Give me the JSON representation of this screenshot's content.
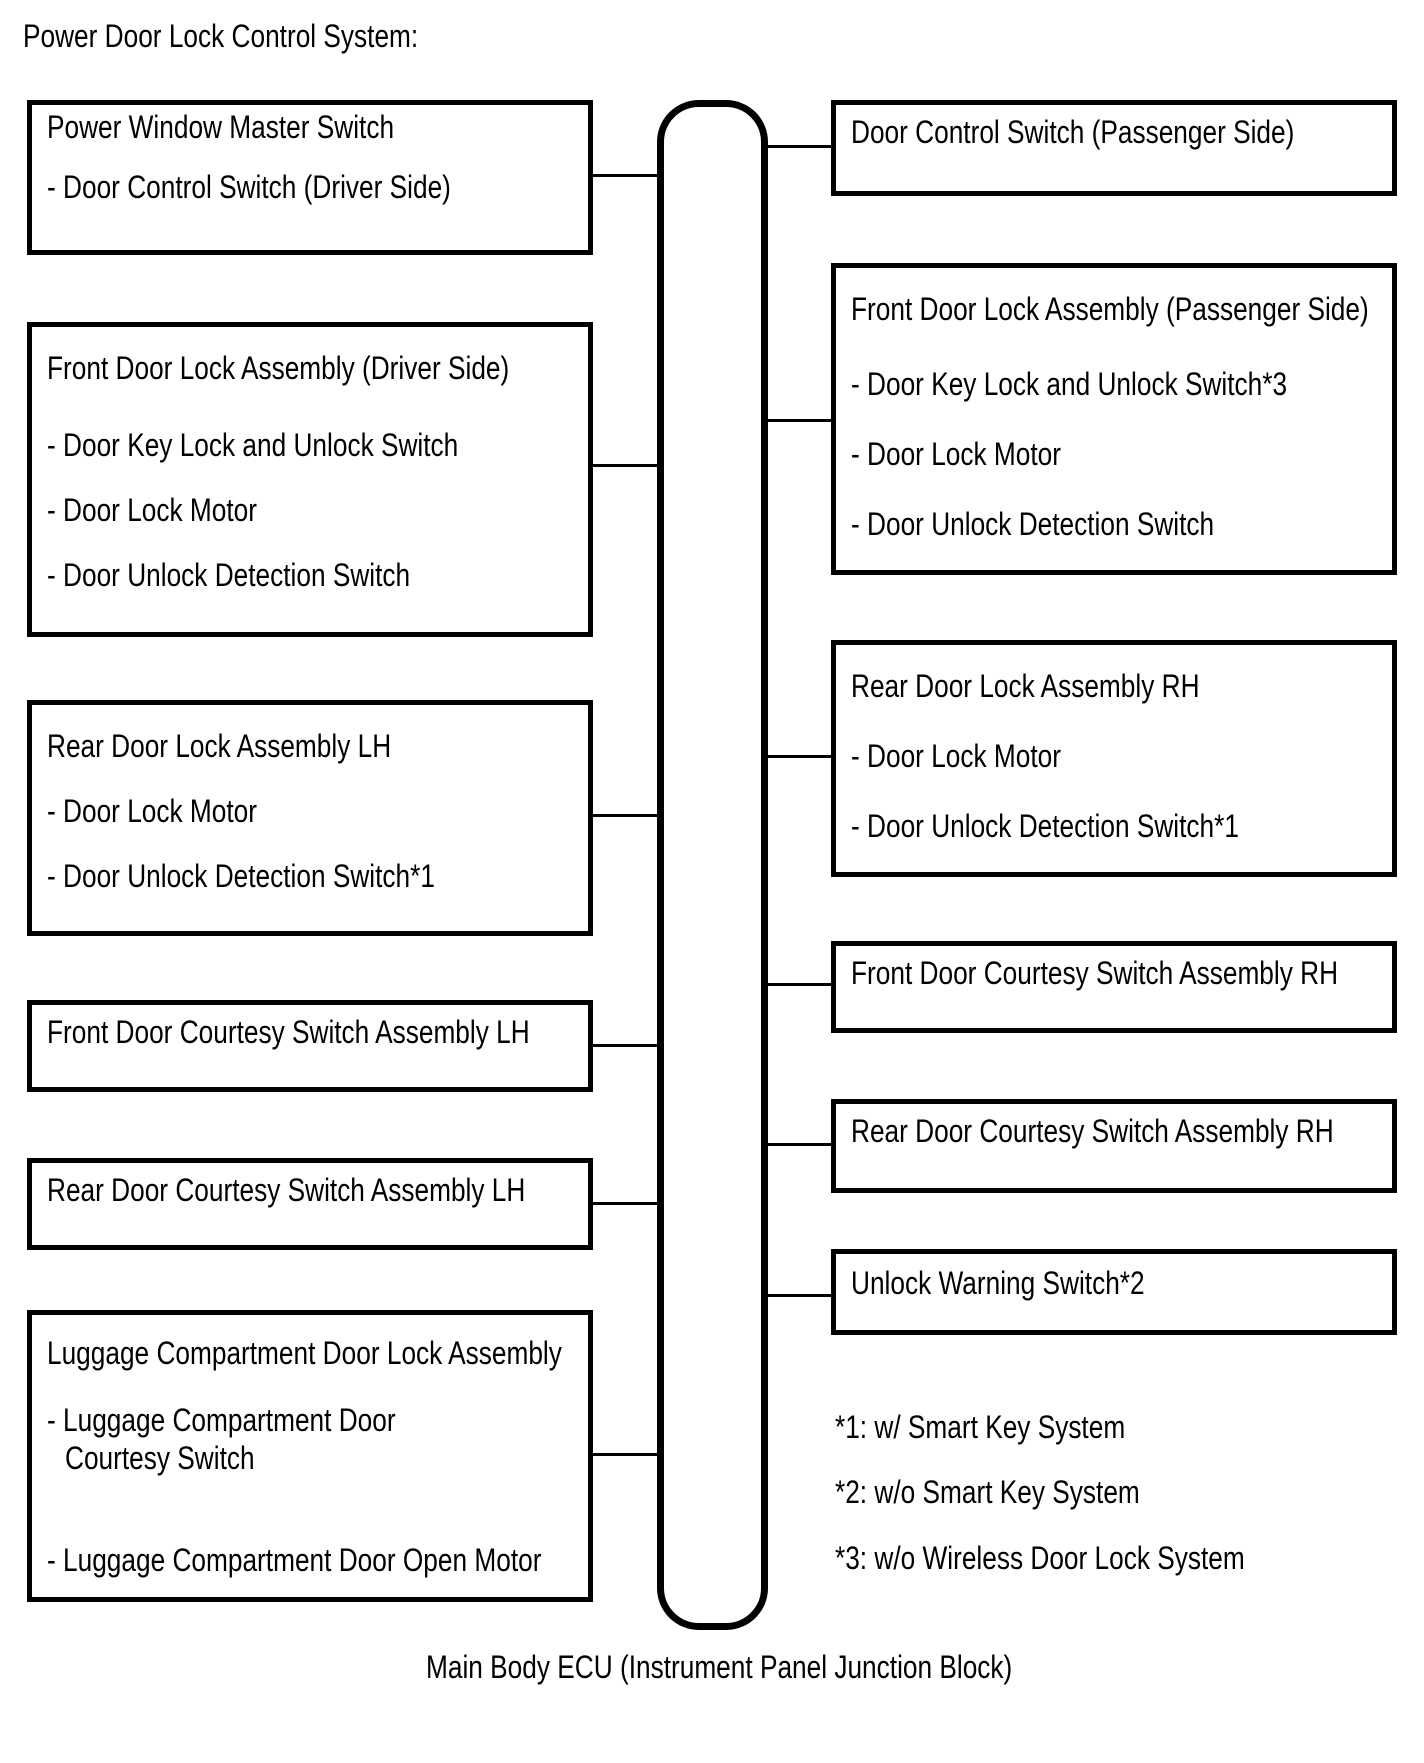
{
  "title": "Power Door Lock Control System:",
  "left_boxes": [
    {
      "lines": [
        "Power Window Master Switch",
        "- Door Control Switch (Driver Side)"
      ]
    },
    {
      "lines": [
        "Front Door Lock Assembly (Driver Side)",
        "- Door Key Lock and Unlock Switch",
        "- Door Lock Motor",
        "- Door Unlock Detection Switch"
      ]
    },
    {
      "lines": [
        "Rear Door Lock Assembly LH",
        "- Door Lock Motor",
        "- Door Unlock Detection Switch*1"
      ]
    },
    {
      "lines": [
        "Front Door Courtesy Switch Assembly LH"
      ]
    },
    {
      "lines": [
        "Rear Door Courtesy Switch Assembly LH"
      ]
    },
    {
      "lines": [
        "Luggage Compartment Door Lock Assembly",
        "- Luggage Compartment Door",
        "Courtesy Switch",
        "- Luggage Compartment Door Open Motor"
      ]
    }
  ],
  "right_boxes": [
    {
      "lines": [
        "Door Control Switch (Passenger Side)"
      ]
    },
    {
      "lines": [
        "Front Door Lock Assembly (Passenger Side)",
        "- Door Key Lock and Unlock Switch*3",
        "- Door Lock Motor",
        "- Door Unlock Detection Switch"
      ]
    },
    {
      "lines": [
        "Rear Door Lock Assembly RH",
        "- Door Lock Motor",
        "- Door Unlock Detection Switch*1"
      ]
    },
    {
      "lines": [
        "Front Door Courtesy Switch Assembly RH"
      ]
    },
    {
      "lines": [
        "Rear Door Courtesy Switch Assembly RH"
      ]
    },
    {
      "lines": [
        "Unlock Warning Switch*2"
      ]
    }
  ],
  "ecu_label": "Main Body ECU (Instrument Panel Junction Block)",
  "footnotes": [
    "*1: w/ Smart Key System",
    "*2: w/o Smart Key System",
    "*3: w/o Wireless Door Lock System"
  ],
  "colors": {
    "line": "#000000",
    "background": "#ffffff"
  }
}
